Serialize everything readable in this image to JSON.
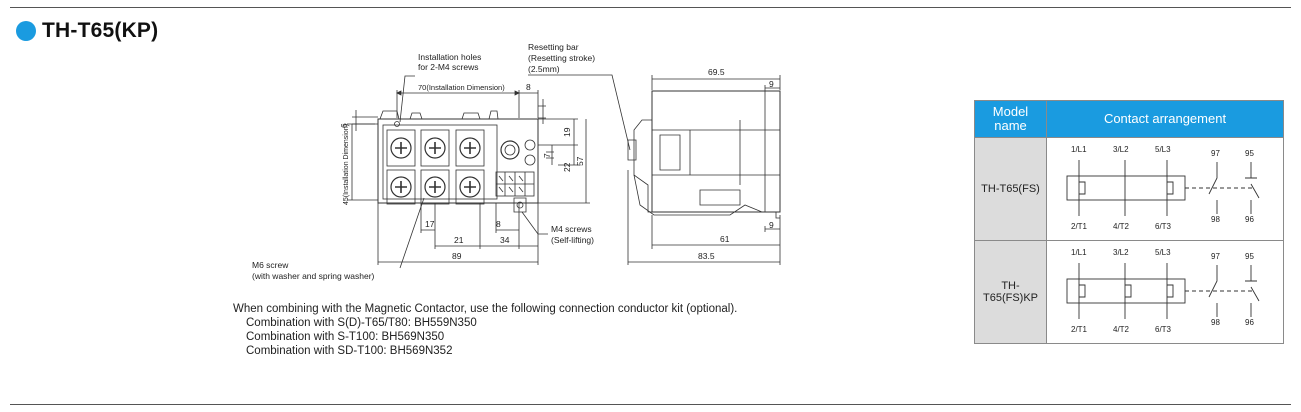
{
  "title": "TH-T65(KP)",
  "drawing": {
    "install_holes": [
      "Installation holes",
      "for 2-M4 screws"
    ],
    "resetting_bar": [
      "Resetting bar",
      "(Resetting stroke)",
      "(2.5mm)"
    ],
    "install_dim": "70(Installation Dimension)",
    "vertical_install_dim": "45(Installation Dimension)",
    "dim_8": "8",
    "dim_6": "6",
    "dim_19": "19",
    "dim_7": "7",
    "dim_22": "22",
    "dim_57": "57",
    "dim_17": "17",
    "dim_21": "21",
    "dim_34": "34",
    "dim_8b": "8",
    "dim_89": "89",
    "dim_695": "69.5",
    "dim_9a": "9",
    "dim_9b": "9",
    "dim_61": "61",
    "dim_835": "83.5",
    "m4_screws": [
      "M4 screws",
      "(Self-lifting)"
    ],
    "m6_screw": [
      "M6 screw",
      "(with washer and spring washer)"
    ]
  },
  "notes": {
    "intro": "When combining with the Magnetic Contactor, use the following connection conductor kit (optional).",
    "combos": [
      "Combination with S(D)-T65/T80: BH559N350",
      "Combination with S-T100: BH569N350",
      "Combination with SD-T100: BH569N352"
    ]
  },
  "contact_table": {
    "headers": {
      "model": [
        "Model",
        "name"
      ],
      "arrangement": "Contact arrangement"
    },
    "rows": [
      {
        "model": "TH-T65(FS)",
        "top": [
          "1/L1",
          "3/L2",
          "5/L3"
        ],
        "bottom": [
          "2/T1",
          "4/T2",
          "6/T3"
        ],
        "aux_top": [
          "97",
          "95"
        ],
        "aux_bottom": [
          "98",
          "96"
        ]
      },
      {
        "model": "TH-T65(FS)KP",
        "top": [
          "1/L1",
          "3/L2",
          "5/L3"
        ],
        "bottom": [
          "2/T1",
          "4/T2",
          "6/T3"
        ],
        "aux_top": [
          "97",
          "95"
        ],
        "aux_bottom": [
          "98",
          "96"
        ]
      }
    ]
  }
}
